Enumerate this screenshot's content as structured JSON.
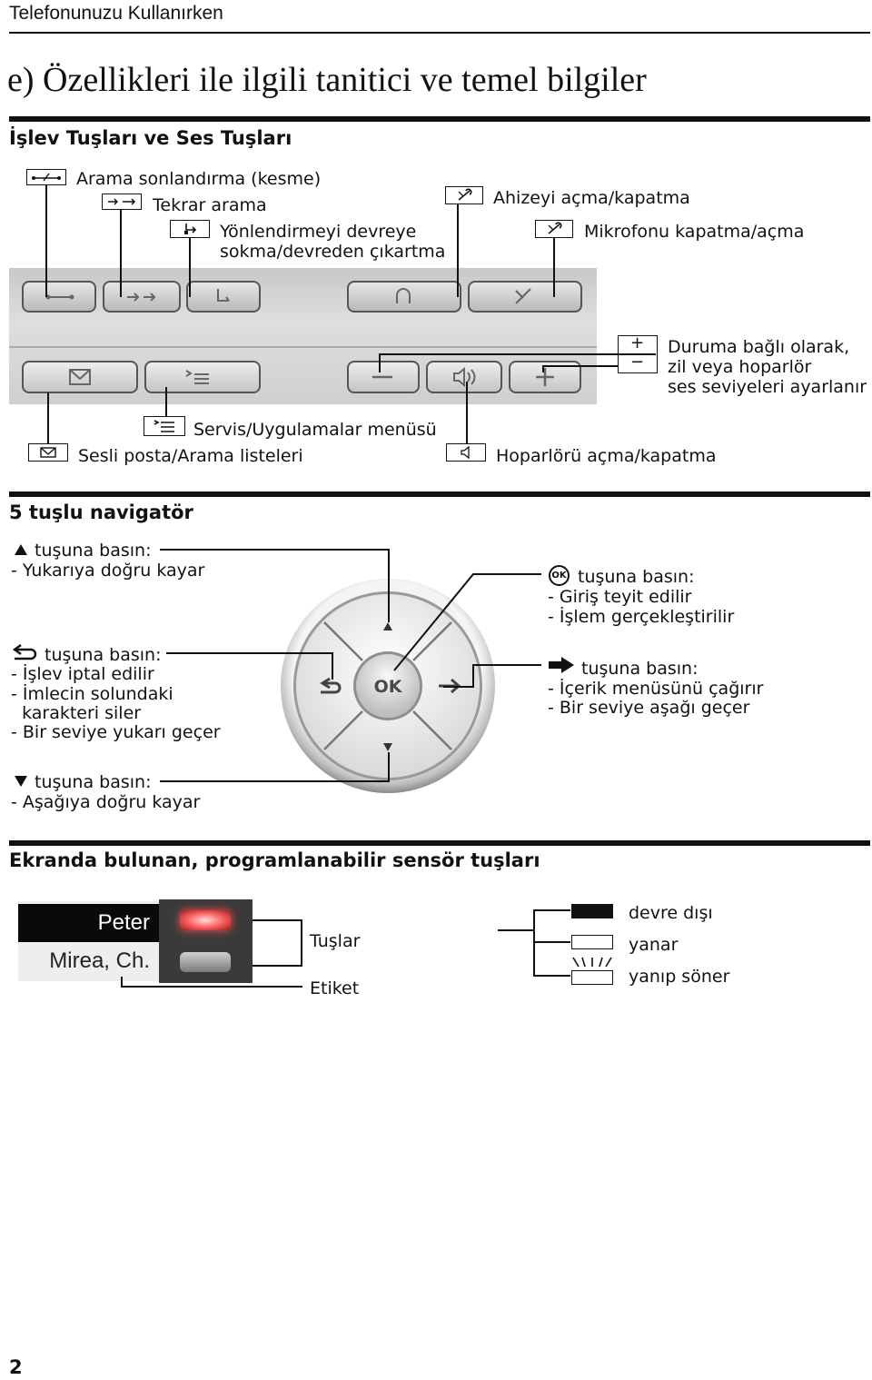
{
  "header": {
    "running_title": "Telefonunuzu Kullanırken",
    "page_number": "2"
  },
  "main_title": "e) Özellikleri ile ilgili tanitici ve temel bilgiler",
  "section1": {
    "title": "İşlev Tuşları ve Ses Tuşları",
    "labels": {
      "end_call": "Arama sonlandırma (kesme)",
      "redial": "Tekrar arama",
      "forward_line1": "Yönlendirmeyi devreye",
      "forward_line2": "sokma/devreden çıkartma",
      "handset": "Ahizeyi açma/kapatma",
      "mic": "Mikrofonu kapatma/açma",
      "volume_line1": "Duruma bağlı olarak,",
      "volume_line2": "zil veya hoparlör",
      "volume_line3": "ses seviyeleri ayarlanır",
      "services": "Servis/Uygulamalar menüsü",
      "mailbox": "Sesli posta/Arama listeleri",
      "speaker": "Hoparlörü açma/kapatma"
    },
    "volume_symbols": {
      "plus": "+",
      "minus": "−"
    }
  },
  "section2": {
    "title": "5 tuşlu navigatör",
    "up": {
      "head": "tuşuna basın:",
      "lines": [
        "- Yukarıya doğru kayar"
      ]
    },
    "back": {
      "head": "tuşuna basın:",
      "lines": [
        "- İşlev iptal edilir",
        "- İmlecin solundaki",
        "  karakteri siler",
        "- Bir seviye yukarı geçer"
      ]
    },
    "down": {
      "head": "tuşuna basın:",
      "lines": [
        "- Aşağıya doğru kayar"
      ]
    },
    "ok": {
      "head": "tuşuna basın:",
      "lines": [
        "- Giriş teyit edilir",
        "- İşlem gerçekleştirilir"
      ],
      "icon_text": "OK"
    },
    "right": {
      "head": "tuşuna basın:",
      "lines": [
        "- İçerik menüsünü çağırır",
        "- Bir seviye aşağı geçer"
      ]
    },
    "nav_center_label": "OK"
  },
  "section3": {
    "title": "Ekranda bulunan, programlanabilir sensör tuşları",
    "display_labels": [
      "Peter",
      "Mirea, Ch."
    ],
    "callouts": {
      "keys": "Tuşlar",
      "label": "Etiket"
    },
    "led_states": [
      "devre dışı",
      "yanar",
      "yanıp söner"
    ]
  },
  "colors": {
    "panel_bg": "#d2d2d2",
    "key_face": "#cfcfcf",
    "display_dark": "#0a0a0a",
    "led_red": "#e23a3a"
  },
  "icons": [
    "end-call-icon",
    "redial-icon",
    "forward-icon",
    "handset-icon",
    "mic-mute-icon",
    "plus-icon",
    "minus-icon",
    "services-menu-icon",
    "mailbox-icon",
    "speaker-icon",
    "up-arrow-icon",
    "back-icon",
    "down-arrow-icon",
    "ok-icon",
    "right-arrow-icon"
  ]
}
